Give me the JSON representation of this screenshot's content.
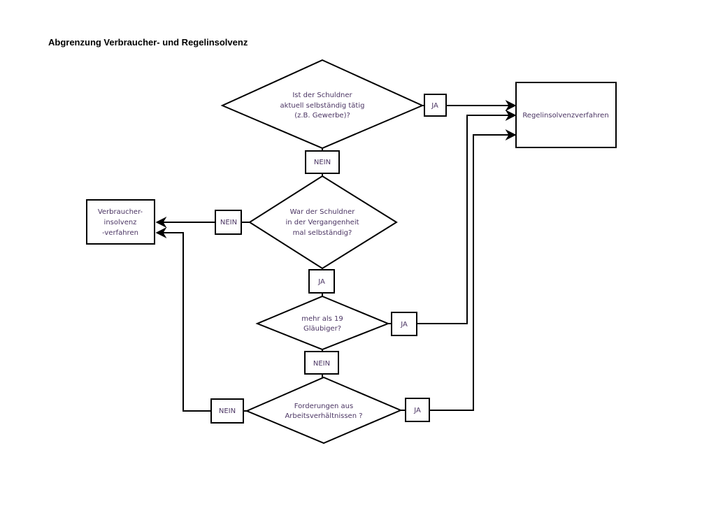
{
  "title": "Abgrenzung Verbraucher- und Regelinsolvenz",
  "colors": {
    "text": "#4b3563",
    "stroke": "#000000"
  },
  "nodes": {
    "q1": {
      "lines": [
        "Ist der Schuldner",
        "aktuell selbständig tätig",
        "(z.B. Gewerbe)?"
      ]
    },
    "q2": {
      "lines": [
        "War der Schuldner",
        "in der Vergangenheit",
        "mal selbständig?"
      ]
    },
    "q3": {
      "lines": [
        "mehr als 19",
        "Gläubiger?"
      ]
    },
    "q4": {
      "lines": [
        "Forderungen aus",
        "Arbeitsverhältnissen ?"
      ]
    },
    "regel": {
      "lines": [
        "Regelinsolvenzverfahren"
      ]
    },
    "verbraucher": {
      "lines": [
        "Verbraucher-",
        "insolvenz",
        "-verfahren"
      ]
    }
  },
  "labels": {
    "q1_ja": "JA",
    "q1_nein": "NEIN",
    "q2_nein": "NEIN",
    "q2_ja": "JA",
    "q3_ja": "JA",
    "q3_nein": "NEIN",
    "q4_nein": "NEIN",
    "q4_ja": "JA"
  }
}
